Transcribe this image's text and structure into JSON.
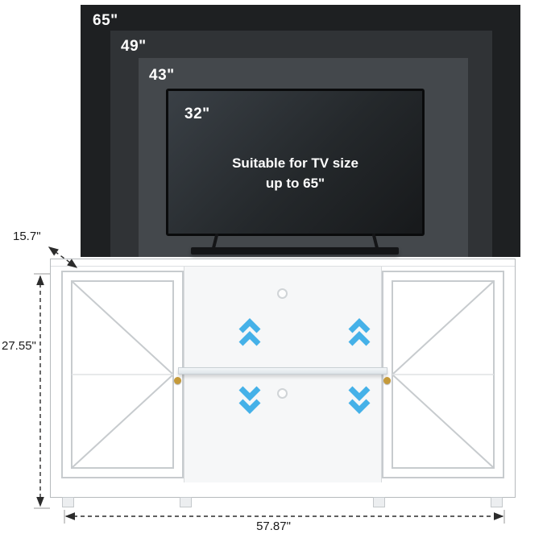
{
  "tv_size_chart": {
    "sizes": [
      {
        "label": "65\""
      },
      {
        "label": "49\""
      },
      {
        "label": "43\""
      },
      {
        "label": "32\""
      }
    ],
    "caption_line1": "Suitable for TV size",
    "caption_line2": "up to 65\""
  },
  "dimensions": {
    "depth": "15.7\"",
    "height": "27.55\"",
    "width": "57.87\""
  },
  "icons": {
    "shelf_adjust_up": "chevron-double-up",
    "shelf_adjust_down": "chevron-double-down"
  },
  "colors": {
    "tv_outline_65": "#1e2022",
    "tv_outline_49": "#303336",
    "tv_outline_43": "#44484c",
    "tv_screen": "#23272a",
    "accent_blue": "#45b1e8",
    "knob_gold": "#c59a3a",
    "dimension_line": "#2c2c2c"
  }
}
